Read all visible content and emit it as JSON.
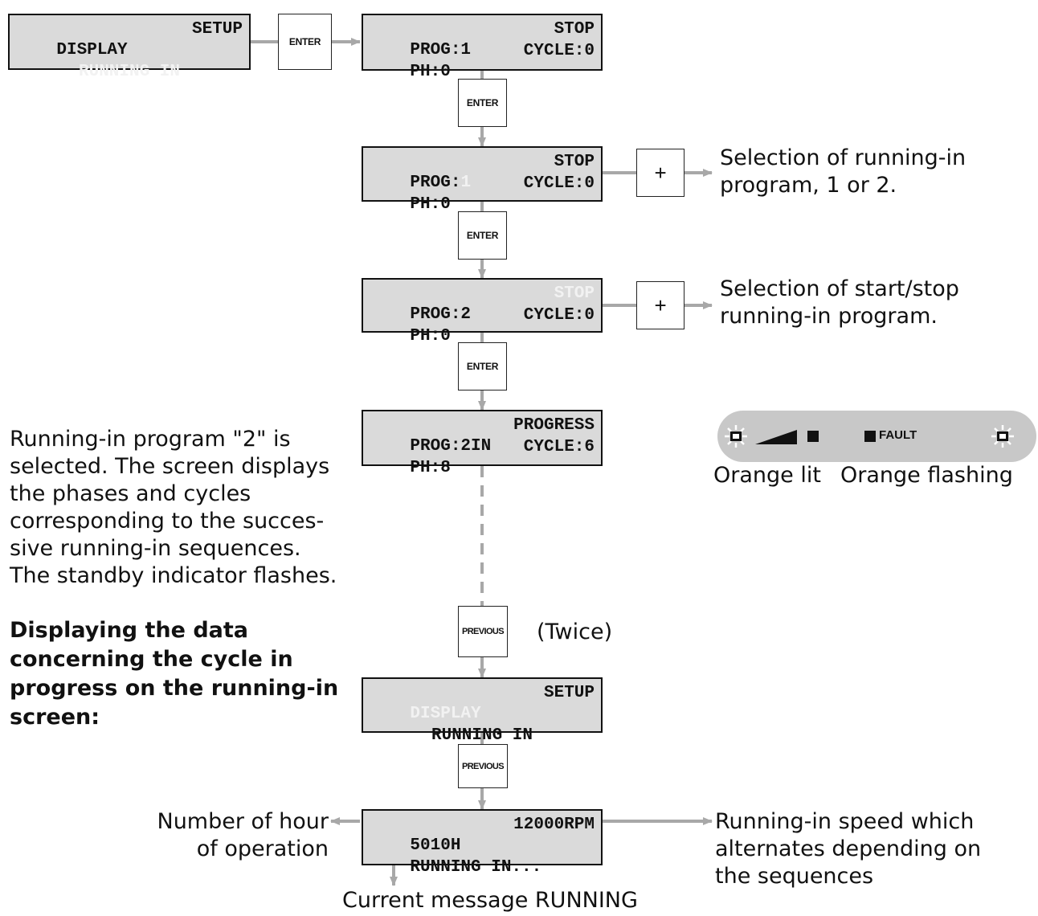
{
  "lcd_menu": {
    "line1_left": "DISPLAY",
    "line1_right": "SETUP",
    "line2": "RUNNING IN"
  },
  "lcd_prog_1": {
    "line1_left": "PROG:1",
    "line1_right": "STOP",
    "line2_left": "PH:0",
    "line2_right": "CYCLE:0"
  },
  "lcd_prog_2": {
    "line1_left": "PROG:",
    "line1_sel": "1",
    "line1_right": "STOP",
    "line2_left": "PH:0",
    "line2_right": "CYCLE:0"
  },
  "lcd_prog_3": {
    "line1_left": "PROG:2",
    "line1_right": "STOP",
    "line2_left": "PH:0",
    "line2_right": "CYCLE:0"
  },
  "lcd_prog_4": {
    "line1_left": "PROG:2IN",
    "line1_right": "PROGRESS",
    "line2_left": "PH:8",
    "line2_right": "CYCLE:6"
  },
  "lcd_menu_2": {
    "line1_left": "DISPLAY",
    "line1_right": "SETUP",
    "line2": "RUNNING IN"
  },
  "lcd_running": {
    "line1_left": "5010H",
    "line1_right": "12000RPM",
    "line2": "RUNNING IN..."
  },
  "keys": {
    "enter": "ENTER",
    "previous": "PREVIOUS",
    "plus": "+"
  },
  "notes": {
    "select_prog_1": "Selection of running-in",
    "select_prog_2": "program, 1 or 2.",
    "start_stop_1": "Selection of start/stop",
    "start_stop_2": "running-in program.",
    "selected_lines": [
      "Running-in program \"2\" is",
      "selected. The screen displays",
      "the phases and cycles",
      "corresponding to the succes-",
      "sive running-in sequences.",
      "The standby indicator flashes."
    ],
    "heading_lines": [
      "Displaying the data",
      "concerning the cycle in",
      "progress on the running-in",
      "screen:"
    ],
    "twice": "(Twice)",
    "hours_1": "Number of hour",
    "hours_2": "of operation",
    "speed_1": "Running-in speed which",
    "speed_2": "alternates depending on",
    "speed_3": "the sequences",
    "current_msg": "Current message RUNNING"
  },
  "indicator_panel": {
    "fault_label": "FAULT",
    "orange_lit": "Orange lit",
    "orange_flashing": "Orange flashing",
    "panel_color": "#c8c8c8"
  },
  "colors": {
    "lcd_bg": "#dadada",
    "connector": "#a8a8a8",
    "highlight_text": "#f2f2f2"
  }
}
